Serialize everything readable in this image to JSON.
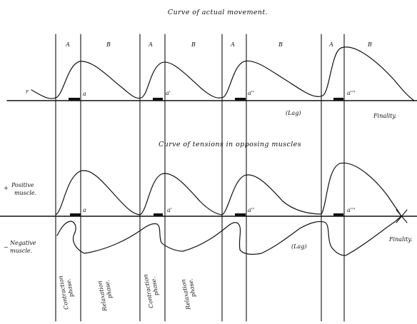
{
  "titles": {
    "actual": "Curve of actual movement.",
    "tensions": "Curve of tensions in opposing muscles"
  },
  "phase_letters": {
    "a": "A",
    "b": "B"
  },
  "marks": [
    "a",
    "a'",
    "a''",
    "a'''"
  ],
  "marks_lower": [
    "a",
    "a'",
    "a''",
    "a'''"
  ],
  "notes": {
    "lag_top": "(Lag)",
    "lag_bottom": "(Lag)",
    "finality_top": "Finality.",
    "finality_bottom": "Finality."
  },
  "side": {
    "start_mark": "r",
    "plus_sign": "+",
    "positive_line1": "Positive",
    "positive_line2": "muscle.",
    "minus_sign": "−",
    "negative_line1": "Negative",
    "negative_line2": "muscle."
  },
  "phase_labels": [
    {
      "line1": "Contraction",
      "line2": "phase."
    },
    {
      "line1": "Relaxation",
      "line2": "phase."
    },
    {
      "line1": "Contraction",
      "line2": "phase."
    },
    {
      "line1": "Relaxation",
      "line2": "phase."
    }
  ]
}
